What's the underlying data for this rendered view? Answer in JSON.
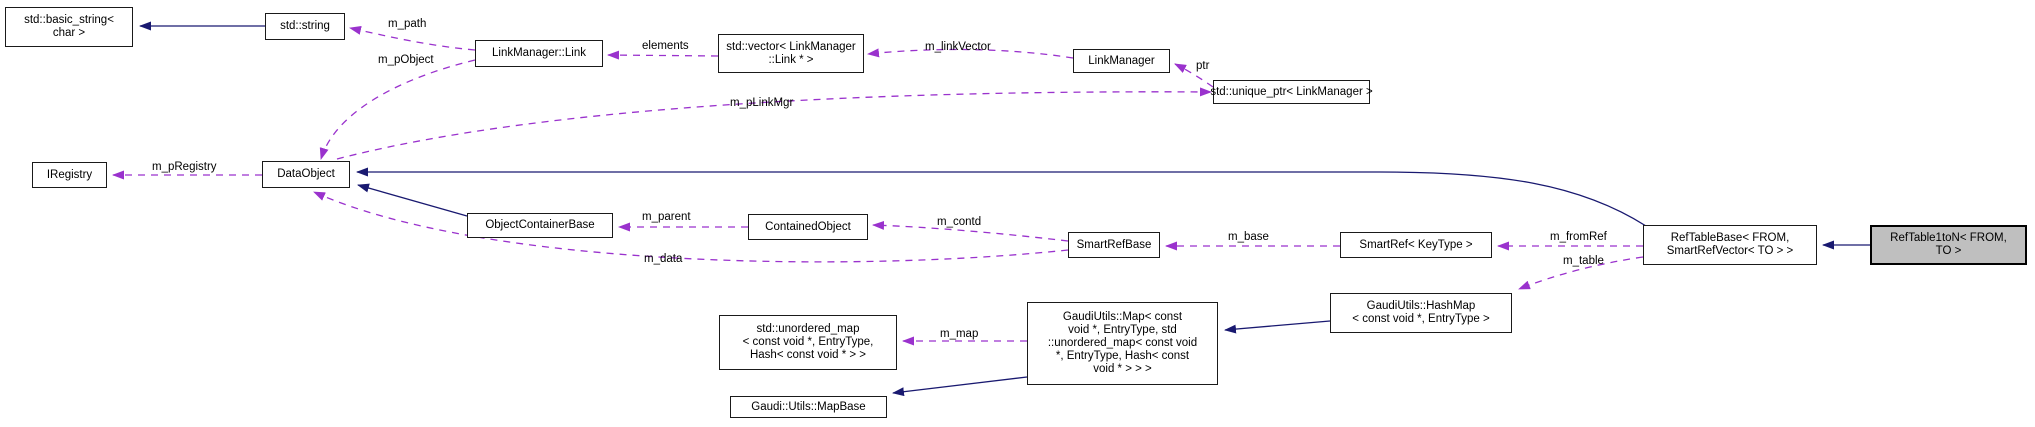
{
  "diagram": {
    "kind": "class-collaboration-graph",
    "focus_class": "RefTable1toN< FROM, TO >",
    "colors": {
      "inheritance_edge": "#191970",
      "usage_edge": "#9a32cd",
      "node_fill": "#ffffff",
      "focus_node_fill": "#bfbfbf",
      "node_border": "#1a1a1a",
      "background": "#ffffff"
    },
    "nodes": {
      "basic_string": {
        "lines": [
          "std::basic_string<",
          "char >"
        ]
      },
      "string": {
        "lines": [
          "std::string"
        ]
      },
      "link": {
        "lines": [
          "LinkManager::Link"
        ]
      },
      "vector": {
        "lines": [
          "std::vector< LinkManager",
          "::Link * >"
        ]
      },
      "linkmanager": {
        "lines": [
          "LinkManager"
        ]
      },
      "unique_ptr": {
        "lines": [
          "std::unique_ptr< LinkManager >"
        ]
      },
      "iregistry": {
        "lines": [
          "IRegistry"
        ]
      },
      "dataobject": {
        "lines": [
          "DataObject"
        ]
      },
      "objectcontainerbase": {
        "lines": [
          "ObjectContainerBase"
        ]
      },
      "containedobject": {
        "lines": [
          "ContainedObject"
        ]
      },
      "smartrefbase": {
        "lines": [
          "SmartRefBase"
        ]
      },
      "smartref": {
        "lines": [
          "SmartRef< KeyType >"
        ]
      },
      "reftablebase": {
        "lines": [
          "RefTableBase< FROM,",
          "SmartRefVector< TO > >"
        ]
      },
      "reftable1ton": {
        "lines": [
          "RefTable1toN< FROM,",
          "TO >"
        ]
      },
      "hashmap": {
        "lines": [
          "GaudiUtils::HashMap",
          "< const void *, EntryType >"
        ]
      },
      "map": {
        "lines": [
          "GaudiUtils::Map< const",
          "void *, EntryType, std",
          "::unordered_map< const void",
          "*, EntryType, Hash< const",
          "void * > > >"
        ]
      },
      "unordered_map": {
        "lines": [
          "std::unordered_map",
          "< const void *, EntryType,",
          "Hash< const void * > >"
        ]
      },
      "mapbase": {
        "lines": [
          "Gaudi::Utils::MapBase"
        ]
      }
    },
    "edge_labels": {
      "m_path": "m_path",
      "m_pObject": "m_pObject",
      "elements": "elements",
      "m_linkVector": "m_linkVector",
      "ptr": "ptr",
      "m_pLinkMgr": "m_pLinkMgr",
      "m_pRegistry": "m_pRegistry",
      "m_parent": "m_parent",
      "m_contd": "m_contd",
      "m_base": "m_base",
      "m_fromRef": "m_fromRef",
      "m_table": "m_table",
      "m_data": "m_data",
      "m_map": "m_map"
    }
  }
}
